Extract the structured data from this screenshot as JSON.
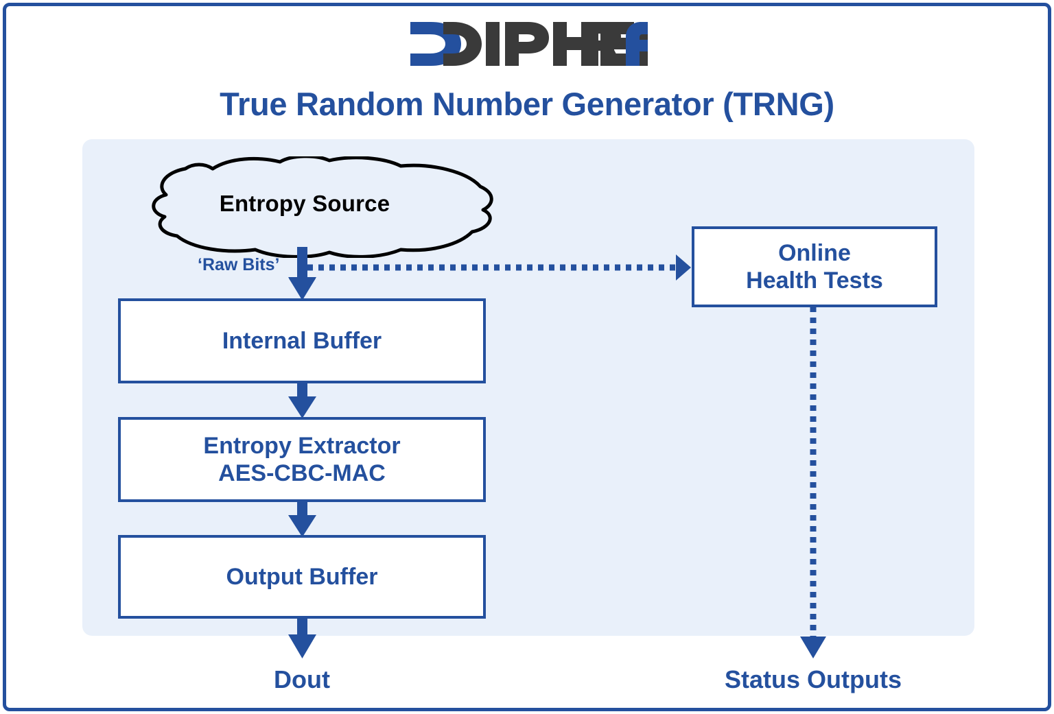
{
  "brand": {
    "logo_text_part1": "Ɔ",
    "logo_text_part2": "CIPHER",
    "logo_text_part3": "A",
    "logo_full": "XIPHERA",
    "logo_blue": "#24509E",
    "logo_dark": "#3A3A3A"
  },
  "theme": {
    "accent_blue": "#24509E",
    "panel_background": "#E9F0FA",
    "box_background": "#FFFFFF",
    "cloud_stroke": "#000000",
    "page_background": "#FFFFFF"
  },
  "header": {
    "title": "True Random Number Generator (TRNG)"
  },
  "diagram": {
    "type": "block-diagram",
    "entropy_source": {
      "label": "Entropy Source",
      "shape": "cloud"
    },
    "signal_labels": {
      "raw_bits": "‘Raw Bits’"
    },
    "blocks": [
      {
        "id": "internal-buffer",
        "label": "Internal Buffer",
        "lines": [
          "Internal Buffer"
        ]
      },
      {
        "id": "entropy-extractor",
        "label": "Entropy Extractor AES-CBC-MAC",
        "lines": [
          "Entropy Extractor",
          "AES-CBC-MAC"
        ]
      },
      {
        "id": "output-buffer",
        "label": "Output Buffer",
        "lines": [
          "Output Buffer"
        ]
      },
      {
        "id": "online-health-tests",
        "label": "Online Health Tests",
        "lines": [
          "Online",
          "Health Tests"
        ]
      }
    ],
    "outputs": [
      {
        "id": "dout",
        "label": "Dout",
        "line_style": "solid"
      },
      {
        "id": "status-outputs",
        "label": "Status Outputs",
        "line_style": "dotted"
      }
    ],
    "connections": [
      {
        "from": "entropy-source",
        "to": "internal-buffer",
        "style": "solid-arrow"
      },
      {
        "from": "entropy-source",
        "to": "online-health-tests",
        "style": "dotted-arrow",
        "label": "‘Raw Bits’"
      },
      {
        "from": "internal-buffer",
        "to": "entropy-extractor",
        "style": "solid-arrow"
      },
      {
        "from": "entropy-extractor",
        "to": "output-buffer",
        "style": "solid-arrow"
      },
      {
        "from": "output-buffer",
        "to": "dout",
        "style": "solid-arrow"
      },
      {
        "from": "online-health-tests",
        "to": "status-outputs",
        "style": "dotted-arrow"
      }
    ]
  }
}
